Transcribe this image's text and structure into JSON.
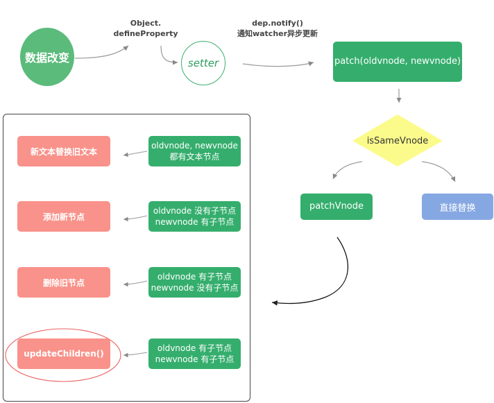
{
  "colors": {
    "green": "#35ae6d",
    "green_circle": "#5bbb7b",
    "red": "#f8928a",
    "blue": "#86a8e2",
    "yellow": "#fbfb8c",
    "ellipse": "#e96060"
  },
  "flow": {
    "data_change": "数据改变",
    "define_property_line1": "Object.",
    "define_property_line2": "defineProperty",
    "setter": "setter",
    "notify_line1": "dep.notify()",
    "notify_line2": "通知watcher异步更新",
    "patch": "patch(oldvnode, newvnode)",
    "is_same_vnode": "isSameVnode",
    "patch_vnode": "patchVnode",
    "direct_replace": "直接替换"
  },
  "cases": [
    {
      "condition_line1": "oldvnode, newvnode",
      "condition_line2": "都有文本节点",
      "action": "新文本替换旧文本"
    },
    {
      "condition_line1": "oldvnode 没有子节点",
      "condition_line2": "newvnode 有子节点",
      "action": "添加新节点"
    },
    {
      "condition_line1": "oldvnode 有子节点",
      "condition_line2": "newvnode 没有子节点",
      "action": "删除旧节点"
    },
    {
      "condition_line1": "oldvnode 有子节点",
      "condition_line2": "newvnode 有子节点",
      "action": "updateChildren()"
    }
  ]
}
